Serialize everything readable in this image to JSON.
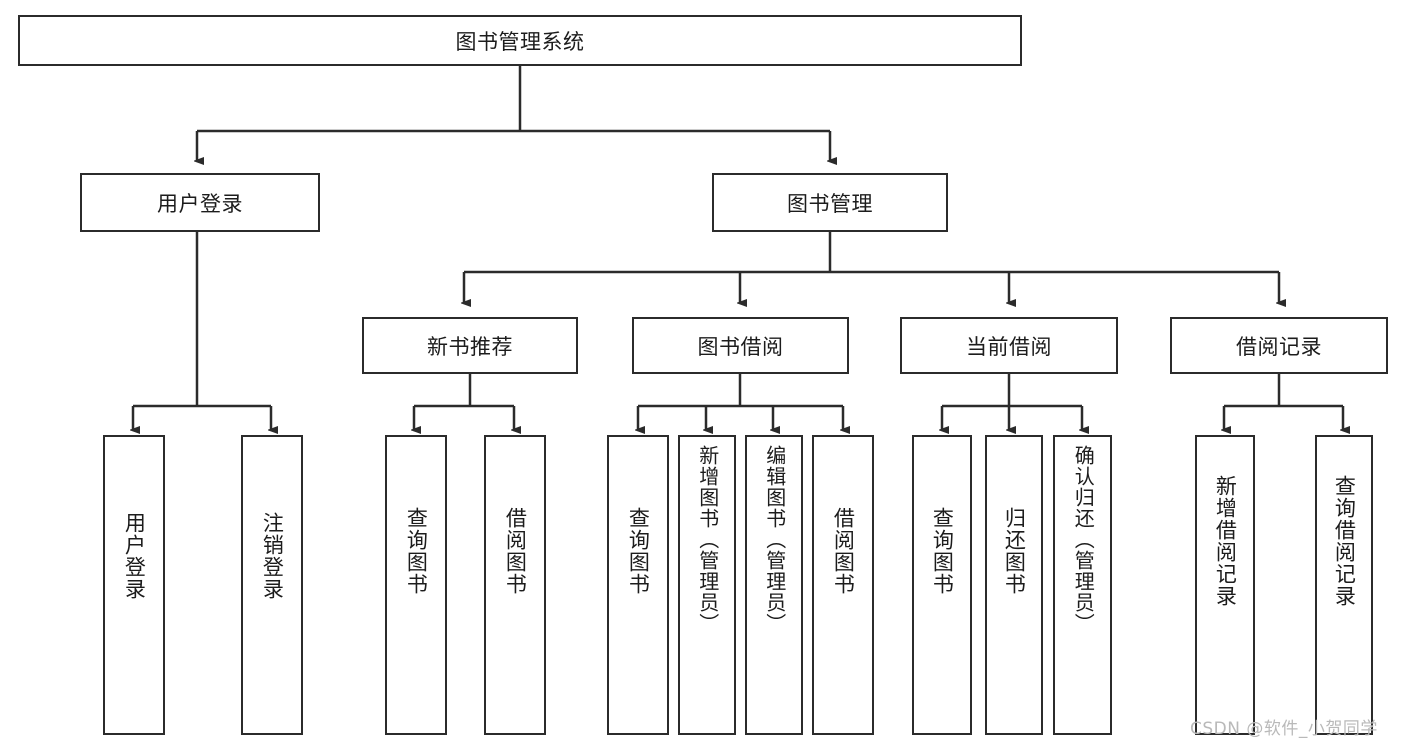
{
  "diagram": {
    "type": "tree-hierarchy",
    "title": "图书管理系统",
    "orientation": "top-down",
    "levels": 4,
    "stroke_color": "#2b2b2b",
    "text_color": "#1c1c1c",
    "background_color": "#ffffff"
  },
  "nodes": {
    "root": {
      "label": "图书管理系统",
      "level": 1
    },
    "level2": [
      {
        "label": "用户登录",
        "level": 2
      },
      {
        "label": "图书管理",
        "level": 2
      }
    ],
    "level3": [
      {
        "label": "新书推荐",
        "level": 3
      },
      {
        "label": "图书借阅",
        "level": 3
      },
      {
        "label": "当前借阅",
        "level": 3
      },
      {
        "label": "借阅记录",
        "level": 3
      }
    ],
    "leaves": {
      "user_login": [
        {
          "label": "用户登录"
        },
        {
          "label": "注销登录"
        }
      ],
      "new_book_recommend": [
        {
          "label": "查询图书"
        },
        {
          "label": "借阅图书"
        }
      ],
      "book_borrow": [
        {
          "label": "查询图书"
        },
        {
          "label": "新增图书（管理员）"
        },
        {
          "label": "编辑图书（管理员）"
        },
        {
          "label": "借阅图书"
        }
      ],
      "current_borrow": [
        {
          "label": "查询图书"
        },
        {
          "label": "归还图书"
        },
        {
          "label": "确认归还（管理员）"
        }
      ],
      "borrow_record": [
        {
          "label": "新增借阅记录"
        },
        {
          "label": "查询借阅记录"
        }
      ]
    }
  },
  "watermark": {
    "text": "CSDN @软件_小贺同学"
  }
}
